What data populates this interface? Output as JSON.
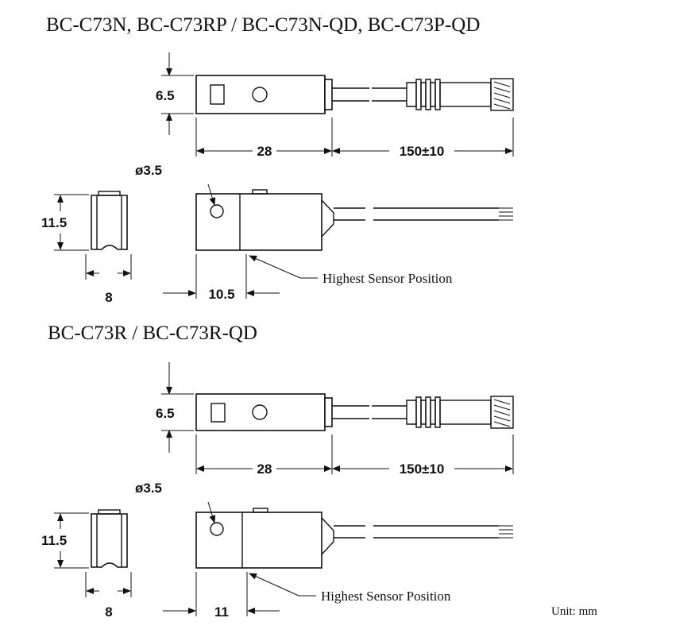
{
  "section1": {
    "title": "BC-C73N, BC-C73RP / BC-C73N-QD, BC-C73P-QD",
    "height_top": "6.5",
    "length_body": "28",
    "length_cable": "150±10",
    "diameter": "ø3.5",
    "height_side": "11.5",
    "width_end": "8",
    "sensor_offset": "10.5",
    "sensor_label": "Highest Sensor Position"
  },
  "section2": {
    "title": "BC-C73R / BC-C73R-QD",
    "height_top": "6.5",
    "length_body": "28",
    "length_cable": "150±10",
    "diameter": "ø3.5",
    "height_side": "11.5",
    "width_end": "8",
    "sensor_offset": "11",
    "sensor_label": "Highest Sensor Position"
  },
  "unit_label": "Unit: mm"
}
